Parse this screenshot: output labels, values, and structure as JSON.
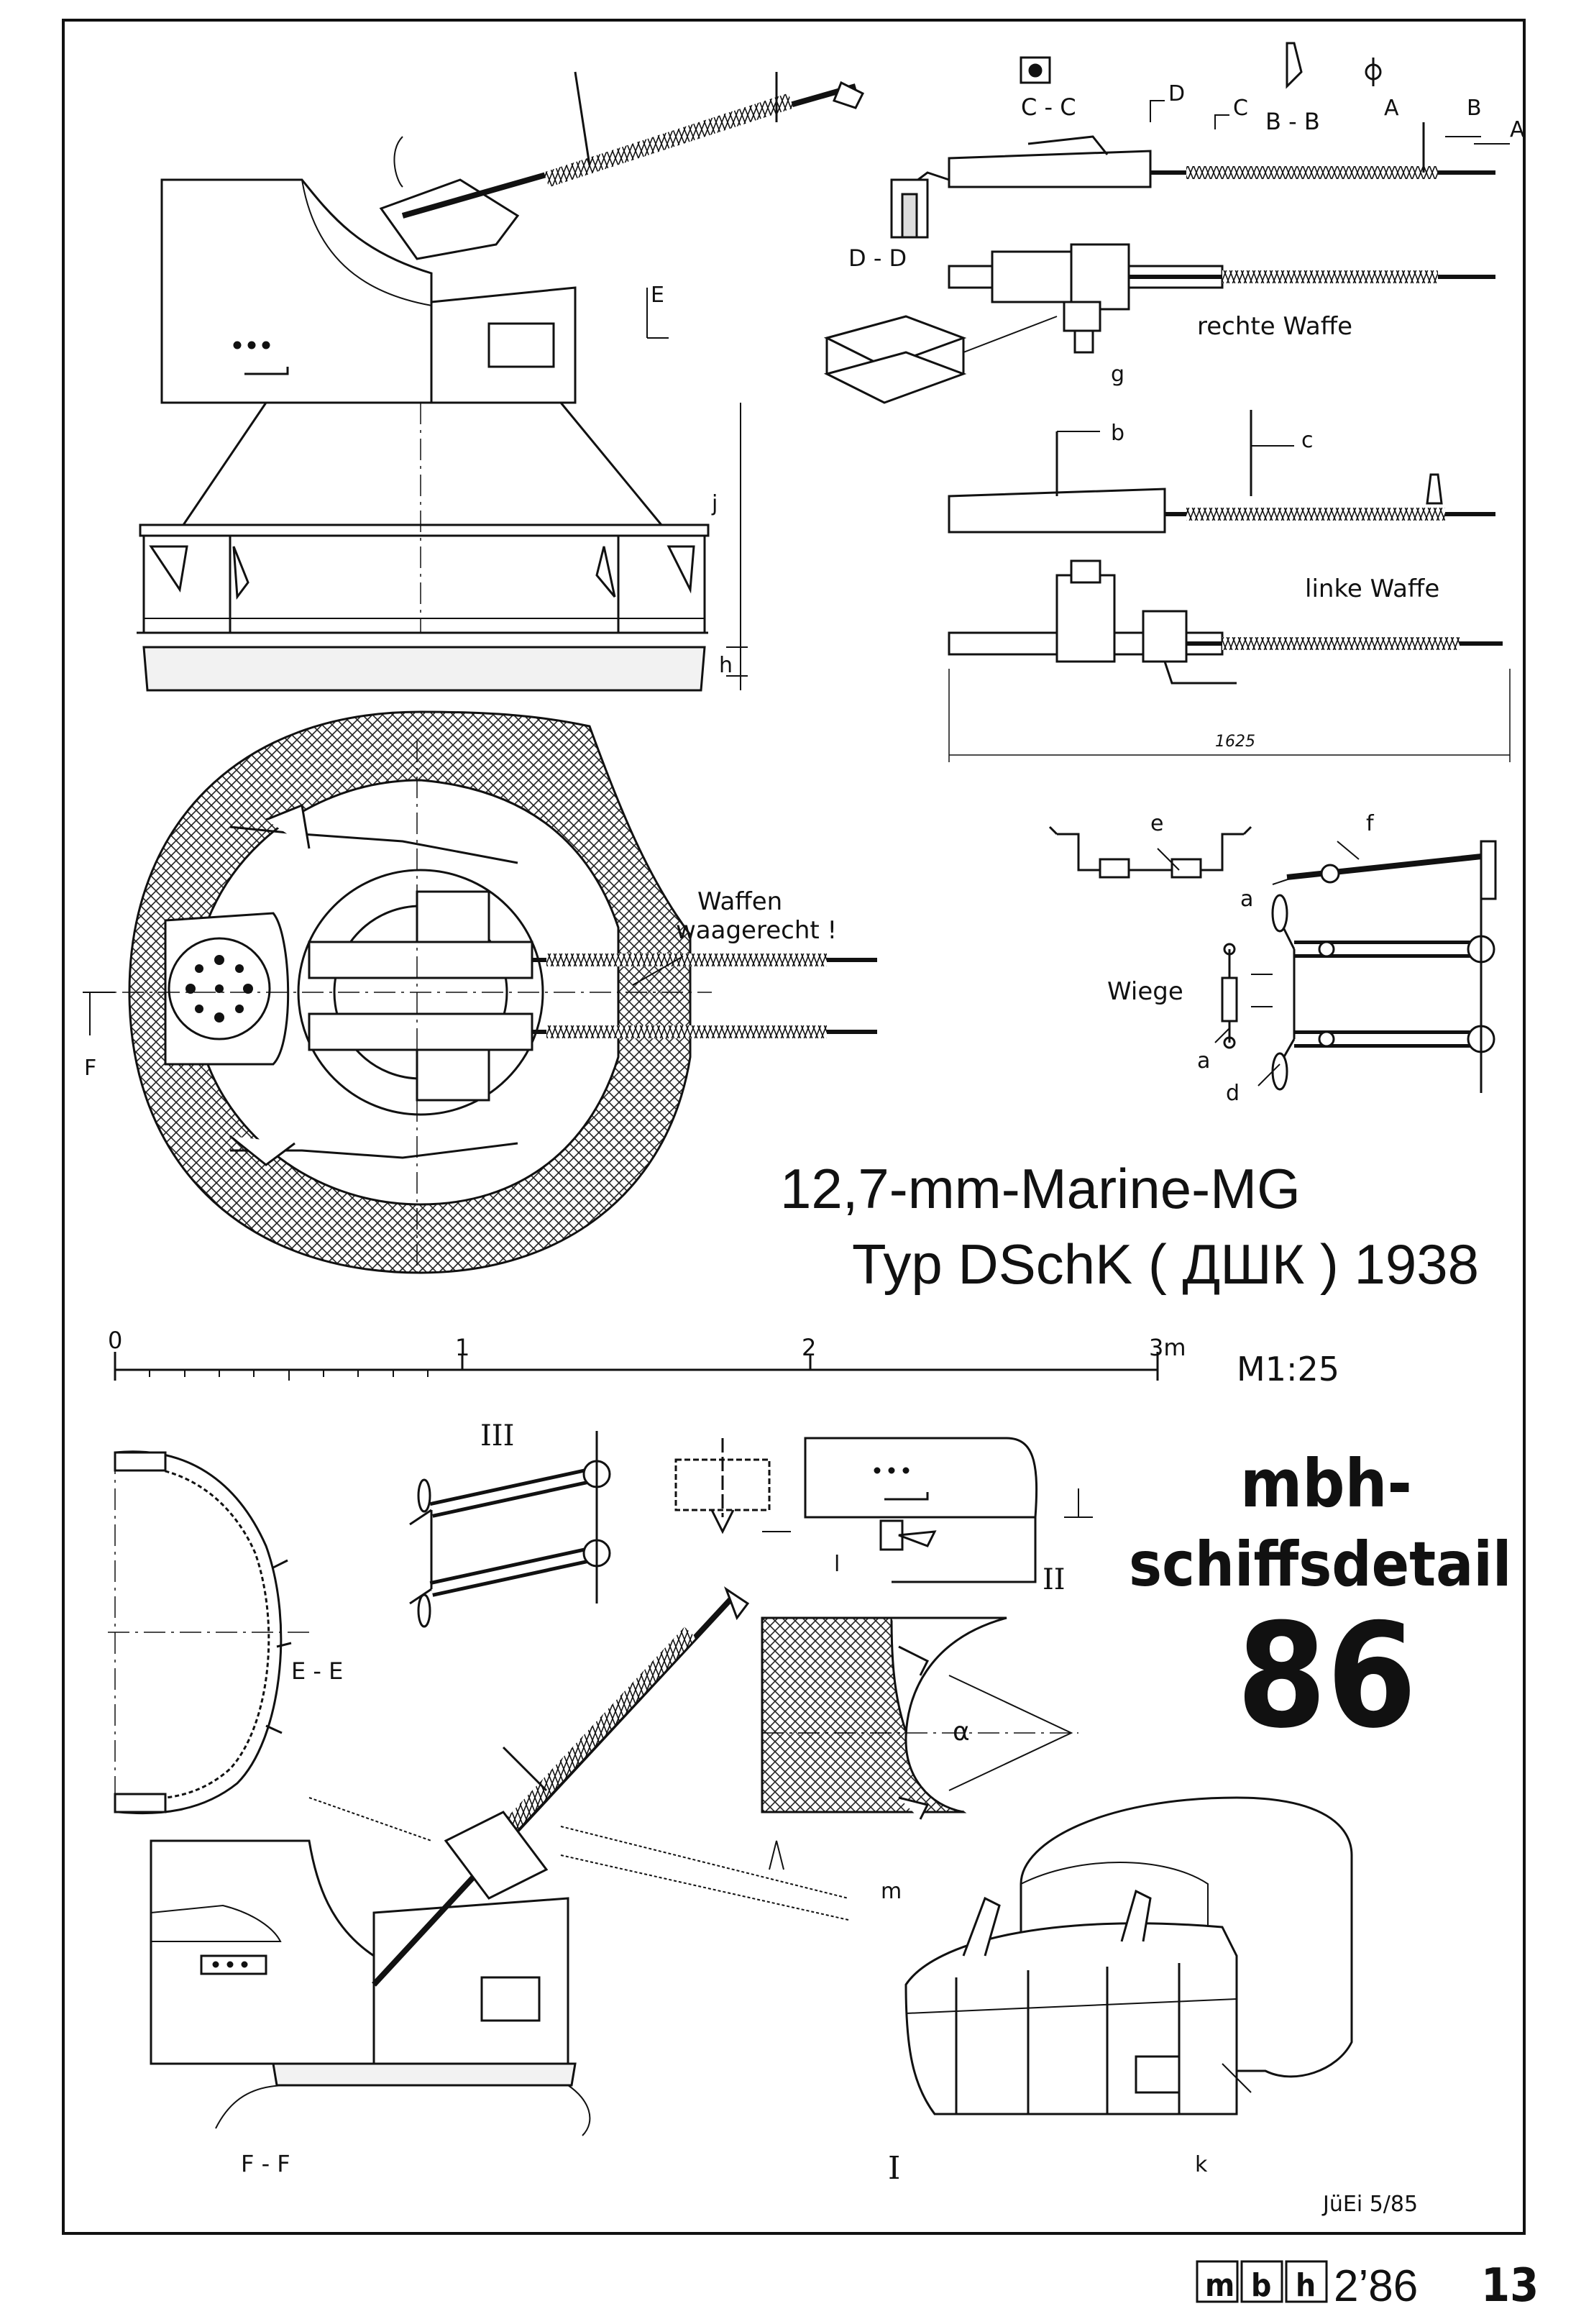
{
  "title": {
    "line1": "12,7-mm-Marine-MG",
    "line2": "Typ DSchK ( ДШК ) 1938"
  },
  "brand": {
    "line1": "mbh-",
    "line2": "schiffsdetail",
    "number": "86"
  },
  "scale": {
    "ticks": [
      "0",
      "1",
      "2",
      "3m"
    ],
    "ratio": "M1:25"
  },
  "footer": {
    "logo_letters": [
      "m",
      "b",
      "h"
    ],
    "issue": "2’86",
    "page": "13"
  },
  "signature": "JüEi 5/85",
  "notes": {
    "right_weapon": "rechte Waffe",
    "left_weapon": "linke Waffe",
    "weapons_level_1": "Waffen",
    "weapons_level_2": "waagerecht !",
    "cradle": "Wiege",
    "length": "1625"
  },
  "section_labels": {
    "cc": "C - C",
    "bb": "B - B",
    "dd": "D - D",
    "ee": "E - E",
    "ff": "F - F",
    "a": "A",
    "b": "B",
    "c": "C",
    "d": "D",
    "e": "E",
    "f": "F"
  },
  "detail_letters": {
    "a1": "a",
    "a2": "a",
    "b": "b",
    "c": "c",
    "d": "d",
    "e": "e",
    "f": "f",
    "g": "g",
    "h": "h",
    "j": "j",
    "k": "k",
    "l": "l",
    "m": "m",
    "alpha": "α"
  },
  "roman_numerals": {
    "i": "I",
    "ii": "II",
    "iii": "III"
  }
}
